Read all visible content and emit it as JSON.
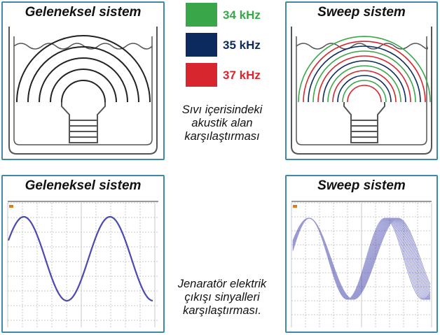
{
  "panels": {
    "tl_title": "Geleneksel sistem",
    "tr_title": "Sweep sistem",
    "bl_title": "Geleneksel sistem",
    "br_title": "Sweep sistem"
  },
  "legend": [
    {
      "label": "34 kHz",
      "color": "#3aa64a"
    },
    {
      "label": "35 kHz",
      "color": "#0d2a5e"
    },
    {
      "label": "37 kHz",
      "color": "#d7262e"
    }
  ],
  "captions": {
    "acoustic": [
      "Sıvı içerisindeki",
      "akustik alan",
      "karşılaştırması"
    ],
    "signal": [
      "Jenaratör elektrik",
      "çıkışı sinyalleri",
      "karşılaştırması."
    ]
  },
  "colors": {
    "frame": "#3d89a8",
    "wave": "#4a4ab0",
    "grid": "#c8c8c8",
    "tank": "#555555"
  }
}
